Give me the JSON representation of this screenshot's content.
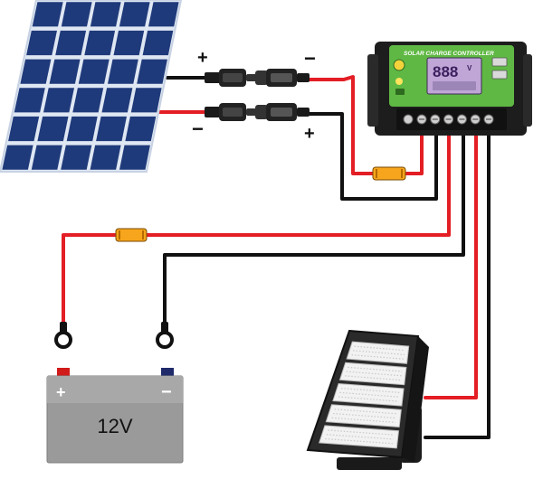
{
  "solar_panel": {
    "name": "solar-panel",
    "cell_rows": 6,
    "cell_cols": 5
  },
  "connectors": {
    "panel_positive_sign": "+",
    "panel_negative_sign": "−",
    "lead_negative_sign": "−",
    "lead_positive_sign": "+"
  },
  "controller": {
    "title": "SOLAR CHARGE CONTROLLER",
    "display_value": "888",
    "display_unit": "V",
    "terminal_count": 6,
    "usb_ports": 2
  },
  "battery": {
    "voltage_label": "12V",
    "positive_sign": "+",
    "negative_sign": "−"
  },
  "load": {
    "name": "led-floodlight",
    "led_modules": 5
  },
  "colors": {
    "positive_wire": "#e31e24",
    "negative_wire": "#111111",
    "fuse": "#f7a51c",
    "panel_cell": "#1f3a7a",
    "panel_grid": "#eef3fb",
    "controller_face": "#5fb844",
    "controller_body": "#1d1d1d",
    "lcd": "#bfa6d6",
    "battery_body": "#9a9a9a",
    "battery_pos_terminal": "#d11a1a",
    "battery_neg_terminal": "#1f2a6b"
  }
}
